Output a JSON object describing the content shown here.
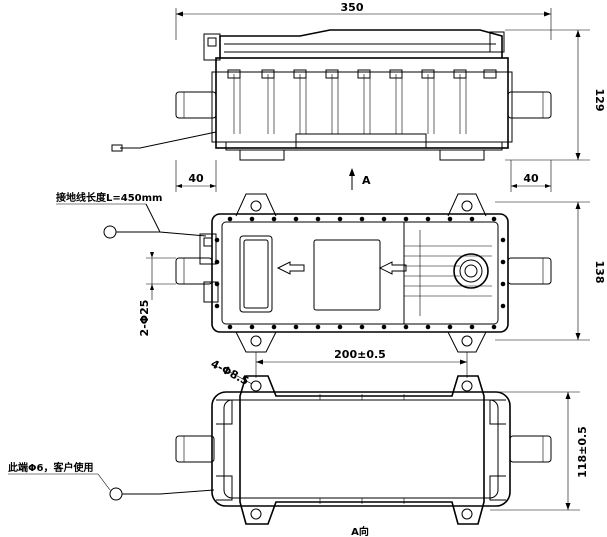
{
  "top_view": {
    "dim_width": "350",
    "dim_height": "129",
    "dim_left_offset": "40",
    "dim_right_offset": "40",
    "view_marker": "A"
  },
  "middle_view": {
    "ground_wire_note": "接地线长度L=450mm",
    "dim_height": "138",
    "dim_pipe": "2-Φ25"
  },
  "bottom_view": {
    "dim_hole_spacing": "200±0.5",
    "dim_holes": "4-Φ8.5",
    "dim_height": "118±0.5",
    "customer_note": "此端Φ6，客户使用",
    "view_label": "A向"
  }
}
